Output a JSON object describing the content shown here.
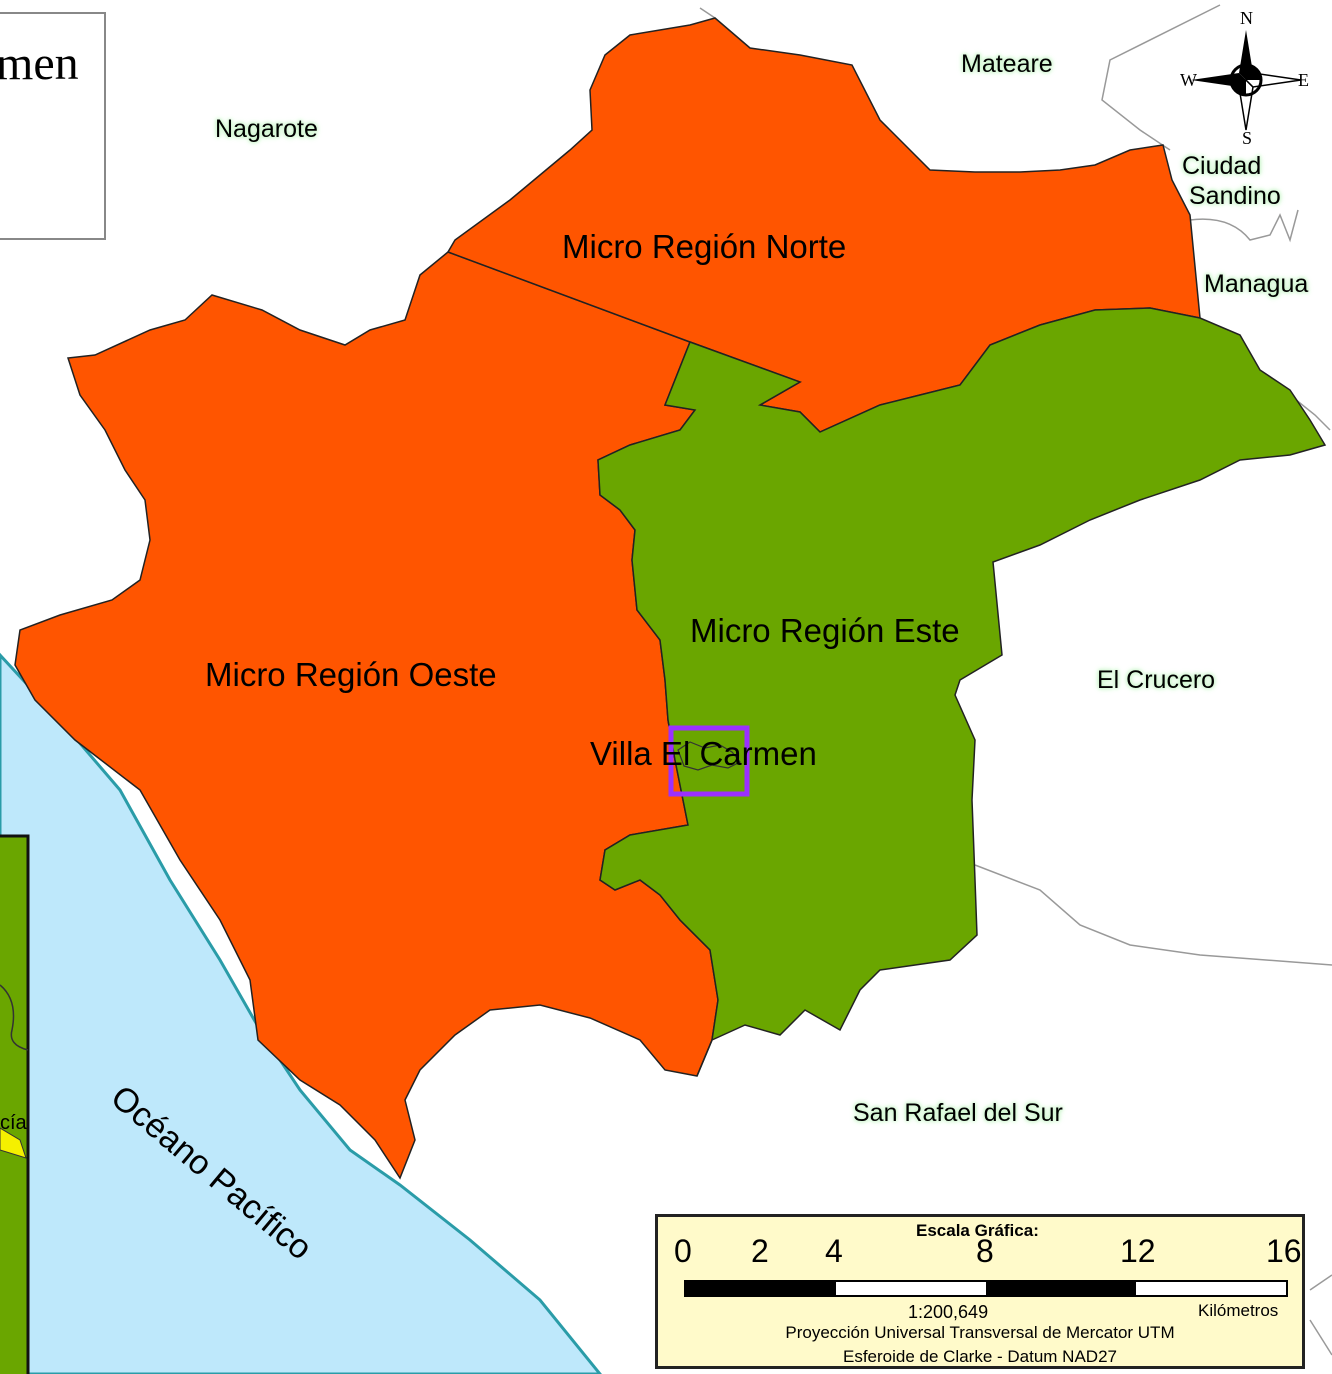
{
  "title_fragment": "men",
  "compass": {
    "n": "N",
    "s": "S",
    "e": "E",
    "w": "W"
  },
  "municipalities": {
    "mateare": "Mateare",
    "nagarote": "Nagarote",
    "ciudad_sandino_line1": "Ciudad",
    "ciudad_sandino_line2": "Sandino",
    "managua": "Managua",
    "el_crucero": "El Crucero",
    "san_rafael": "San Rafael del Sur"
  },
  "regions": {
    "norte": {
      "label": "Micro Región Norte",
      "color": "#ff5500"
    },
    "oeste": {
      "label": "Micro Región Oeste",
      "color": "#ff5500"
    },
    "este": {
      "label": "Micro Región Este",
      "color": "#6aa600"
    }
  },
  "town": {
    "label": "Villa El Carmen",
    "marker_color": "#9b30ff"
  },
  "ocean": {
    "label": "Océano Pacífico",
    "color": "#bee8fb"
  },
  "inset_fragment": "cía",
  "scale": {
    "title": "Escala Gráfica:",
    "ticks": [
      "0",
      "2",
      "4",
      "8",
      "12",
      "16"
    ],
    "ratio": "1:200,649",
    "units": "Kilómetros",
    "projection": "Proyección Universal Transversal de Mercator UTM",
    "ellipsoid": "Esferoide de Clarke - Datum NAD27"
  }
}
